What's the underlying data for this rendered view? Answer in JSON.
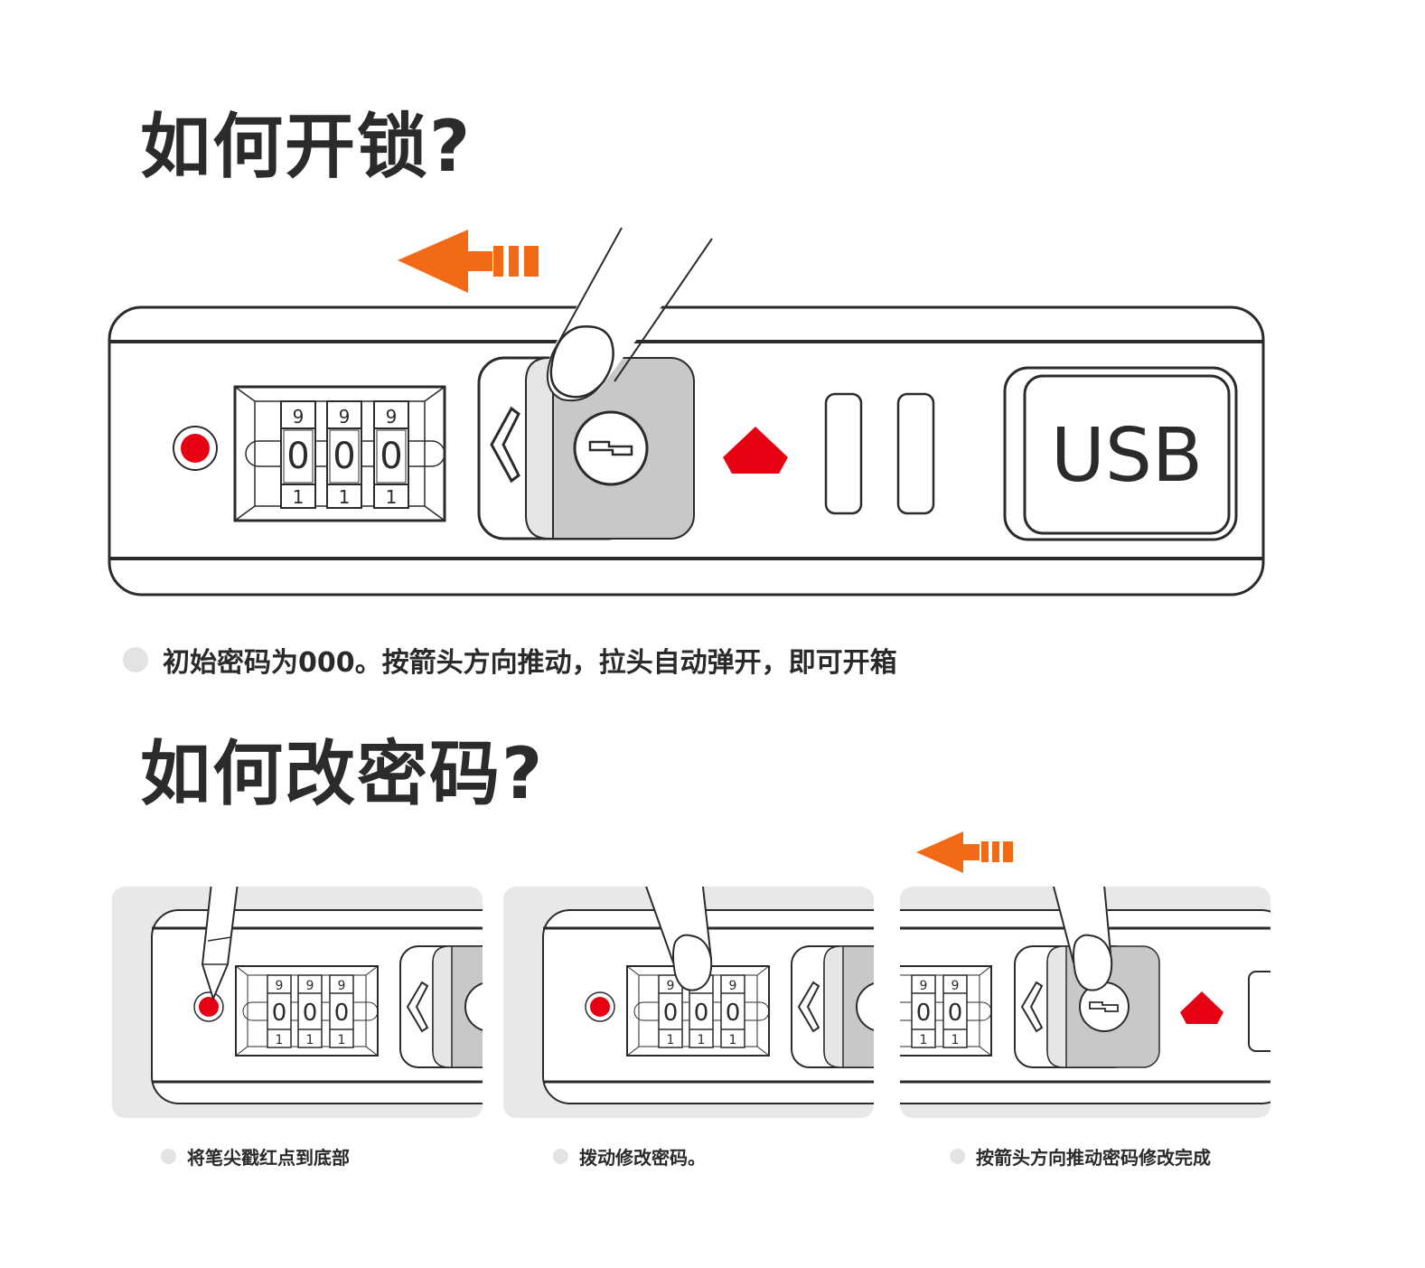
{
  "section_unlock": {
    "title": "如何开锁?",
    "caption": "初始密码为000。按箭头方向推动，拉头自动弹开，即可开箱",
    "lock": {
      "dial_top": [
        "9",
        "9",
        "9"
      ],
      "dial_mid": [
        "0",
        "0",
        "0"
      ],
      "dial_bot": [
        "1",
        "1",
        "1"
      ],
      "usb_label": "USB"
    }
  },
  "section_change": {
    "title": "如何改密码?",
    "steps": [
      {
        "caption": "将笔尖戳红点到底部"
      },
      {
        "caption": "拨动修改密码。"
      },
      {
        "caption": "按箭头方向推动密码修改完成"
      }
    ],
    "dial_top": [
      "9",
      "9",
      "9"
    ],
    "dial_mid": [
      "0",
      "0",
      "0"
    ],
    "dial_bot": [
      "1",
      "1",
      "1"
    ]
  },
  "colors": {
    "accent_orange": "#f26a16",
    "reset_red": "#e60012",
    "ink": "#2b2b2b",
    "panel_gray": "#e8e8e8",
    "slider_gray": "#c8c8c8"
  },
  "icons": {
    "arrow": "orange-push-arrow-icon",
    "finger": "pointing-finger-icon",
    "pen": "pen-tip-icon",
    "diamond": "red-diamond-icon",
    "reset": "reset-hole-icon"
  }
}
